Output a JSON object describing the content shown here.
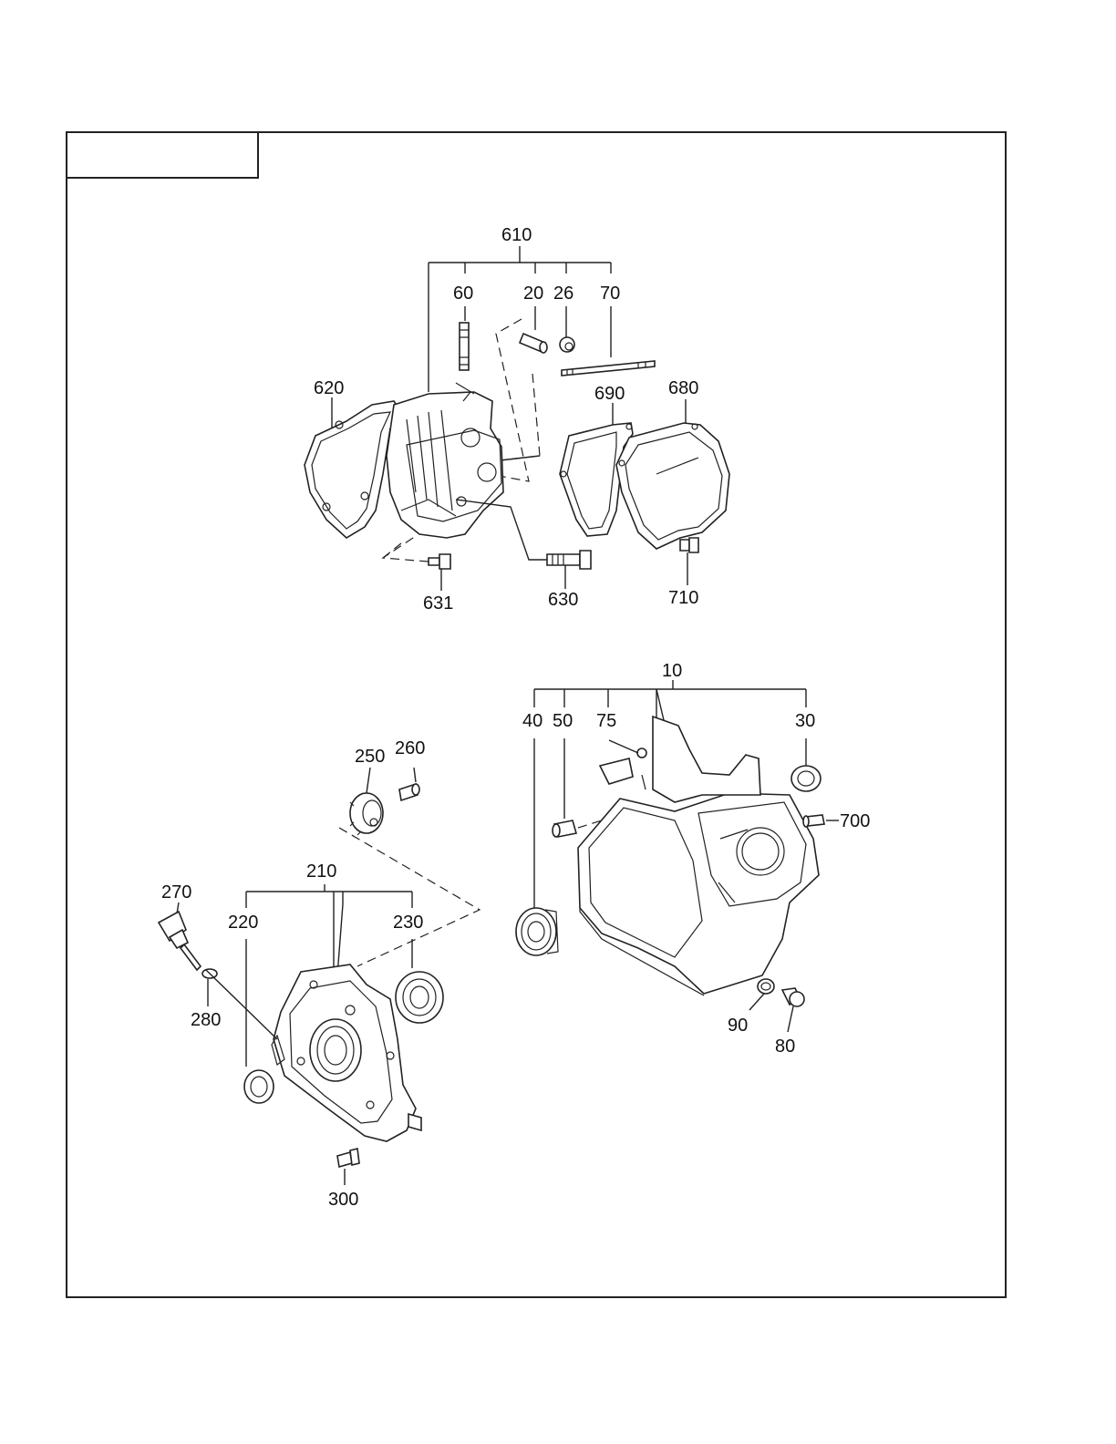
{
  "title_box": "",
  "labels": {
    "l610": "610",
    "l60": "60",
    "l20": "20",
    "l26": "26",
    "l70": "70",
    "l620": "620",
    "l690": "690",
    "l680": "680",
    "l631": "631",
    "l630": "630",
    "l710": "710",
    "l10": "10",
    "l40": "40",
    "l50": "50",
    "l75": "75",
    "l30": "30",
    "l700": "700",
    "l250": "250",
    "l260": "260",
    "l210": "210",
    "l270": "270",
    "l220": "220",
    "l230": "230",
    "l280": "280",
    "l300": "300",
    "l90": "90",
    "l80": "80"
  }
}
